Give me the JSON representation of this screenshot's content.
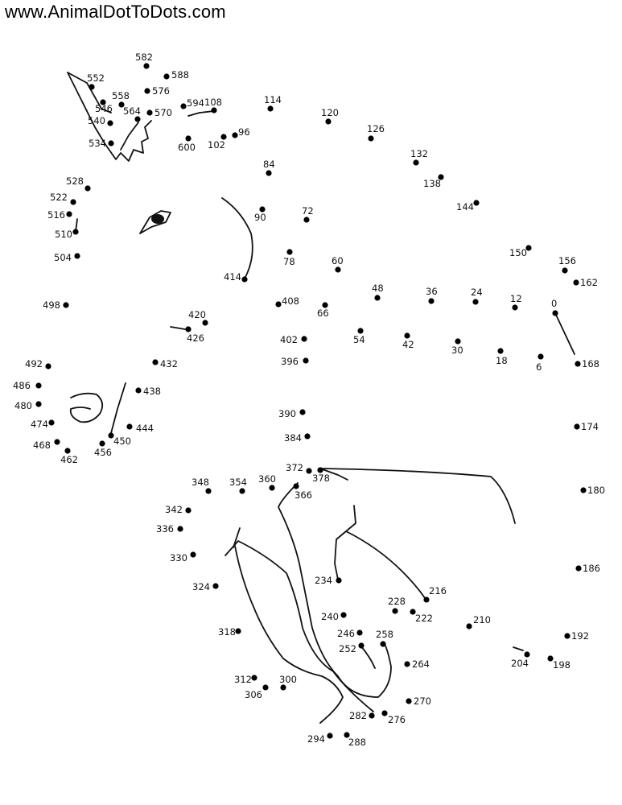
{
  "header": {
    "site_url": "www.AnimalDotToDots.com"
  },
  "colors": {
    "ink": "#000000",
    "background": "#ffffff"
  },
  "dots": [
    {
      "label": "0"
    },
    {
      "label": "6"
    },
    {
      "label": "12"
    },
    {
      "label": "18"
    },
    {
      "label": "24"
    },
    {
      "label": "30"
    },
    {
      "label": "36"
    },
    {
      "label": "42"
    },
    {
      "label": "48"
    },
    {
      "label": "54"
    },
    {
      "label": "60"
    },
    {
      "label": "66"
    },
    {
      "label": "72"
    },
    {
      "label": "78"
    },
    {
      "label": "84"
    },
    {
      "label": "90"
    },
    {
      "label": "96"
    },
    {
      "label": "102"
    },
    {
      "label": "108"
    },
    {
      "label": "114"
    },
    {
      "label": "120"
    },
    {
      "label": "126"
    },
    {
      "label": "132"
    },
    {
      "label": "138"
    },
    {
      "label": "144"
    },
    {
      "label": "150"
    },
    {
      "label": "156"
    },
    {
      "label": "162"
    },
    {
      "label": "168"
    },
    {
      "label": "174"
    },
    {
      "label": "180"
    },
    {
      "label": "186"
    },
    {
      "label": "192"
    },
    {
      "label": "198"
    },
    {
      "label": "204"
    },
    {
      "label": "210"
    },
    {
      "label": "216"
    },
    {
      "label": "222"
    },
    {
      "label": "228"
    },
    {
      "label": "234"
    },
    {
      "label": "240"
    },
    {
      "label": "246"
    },
    {
      "label": "252"
    },
    {
      "label": "258"
    },
    {
      "label": "264"
    },
    {
      "label": "270"
    },
    {
      "label": "276"
    },
    {
      "label": "282"
    },
    {
      "label": "288"
    },
    {
      "label": "294"
    },
    {
      "label": "300"
    },
    {
      "label": "306"
    },
    {
      "label": "312"
    },
    {
      "label": "318"
    },
    {
      "label": "324"
    },
    {
      "label": "330"
    },
    {
      "label": "336"
    },
    {
      "label": "342"
    },
    {
      "label": "348"
    },
    {
      "label": "354"
    },
    {
      "label": "360"
    },
    {
      "label": "366"
    },
    {
      "label": "372"
    },
    {
      "label": "378"
    },
    {
      "label": "384"
    },
    {
      "label": "390"
    },
    {
      "label": "396"
    },
    {
      "label": "402"
    },
    {
      "label": "408"
    },
    {
      "label": "414"
    },
    {
      "label": "420"
    },
    {
      "label": "426"
    },
    {
      "label": "432"
    },
    {
      "label": "438"
    },
    {
      "label": "444"
    },
    {
      "label": "450"
    },
    {
      "label": "456"
    },
    {
      "label": "462"
    },
    {
      "label": "468"
    },
    {
      "label": "474"
    },
    {
      "label": "480"
    },
    {
      "label": "486"
    },
    {
      "label": "492"
    },
    {
      "label": "498"
    },
    {
      "label": "504"
    },
    {
      "label": "510"
    },
    {
      "label": "516"
    },
    {
      "label": "522"
    },
    {
      "label": "528"
    },
    {
      "label": "534"
    },
    {
      "label": "540"
    },
    {
      "label": "546"
    },
    {
      "label": "552"
    },
    {
      "label": "558"
    },
    {
      "label": "564"
    },
    {
      "label": "570"
    },
    {
      "label": "576"
    },
    {
      "label": "582"
    },
    {
      "label": "588"
    },
    {
      "label": "594"
    },
    {
      "label": "600"
    }
  ]
}
